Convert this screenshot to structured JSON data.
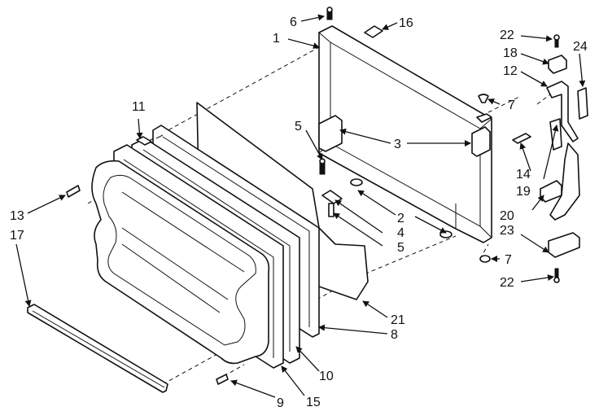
{
  "callouts": [
    {
      "id": "c1",
      "text": "1"
    },
    {
      "id": "c2",
      "text": "2"
    },
    {
      "id": "c3",
      "text": "3"
    },
    {
      "id": "c4",
      "text": "4"
    },
    {
      "id": "c5a",
      "text": "5"
    },
    {
      "id": "c5b",
      "text": "5"
    },
    {
      "id": "c6",
      "text": "6"
    },
    {
      "id": "c7a",
      "text": "7"
    },
    {
      "id": "c7b",
      "text": "7"
    },
    {
      "id": "c8",
      "text": "8"
    },
    {
      "id": "c9",
      "text": "9"
    },
    {
      "id": "c10",
      "text": "10"
    },
    {
      "id": "c11",
      "text": "11"
    },
    {
      "id": "c12",
      "text": "12"
    },
    {
      "id": "c13",
      "text": "13"
    },
    {
      "id": "c14",
      "text": "14"
    },
    {
      "id": "c15",
      "text": "15"
    },
    {
      "id": "c16",
      "text": "16"
    },
    {
      "id": "c17",
      "text": "17"
    },
    {
      "id": "c18",
      "text": "18"
    },
    {
      "id": "c19",
      "text": "19"
    },
    {
      "id": "c20",
      "text": "20"
    },
    {
      "id": "c21",
      "text": "21"
    },
    {
      "id": "c22a",
      "text": "22"
    },
    {
      "id": "c22b",
      "text": "22"
    },
    {
      "id": "c23",
      "text": "23"
    },
    {
      "id": "c24",
      "text": "24"
    }
  ]
}
